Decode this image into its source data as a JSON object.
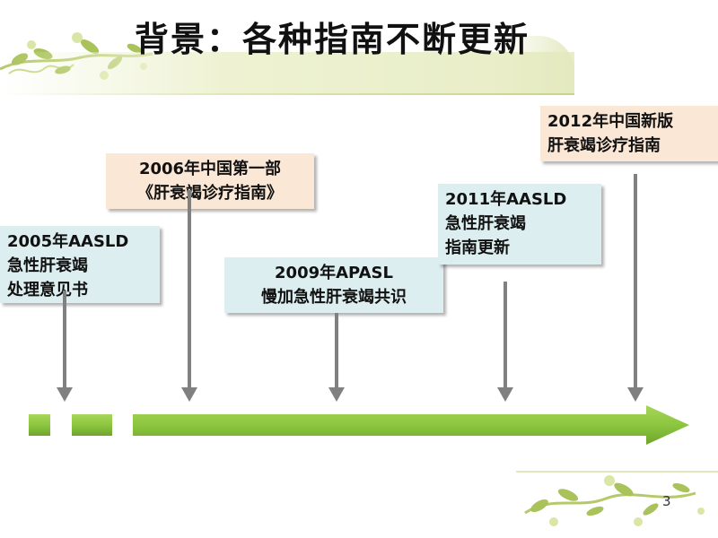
{
  "slide": {
    "title": "背景：各种指南不断更新",
    "page_number": "3"
  },
  "events": [
    {
      "lines": [
        "2005年AASLD",
        "急性肝衰竭",
        "处理意见书"
      ]
    },
    {
      "lines": [
        "2006年中国第一部",
        "《肝衰竭诊疗指南》"
      ]
    },
    {
      "lines": [
        "2009年APASL",
        "慢加急性肝衰竭共识"
      ]
    },
    {
      "lines": [
        "2011年AASLD",
        "急性肝衰竭",
        "指南更新"
      ]
    },
    {
      "lines": [
        "2012年中国新版",
        "肝衰竭诊疗指南"
      ]
    }
  ],
  "colors": {
    "timeline_green": "#8cc63f",
    "box_blue": "#ddeef0",
    "box_peach": "#fbe7d6",
    "arrow_gray": "#808080",
    "ornament_green": "#b5c96a"
  }
}
